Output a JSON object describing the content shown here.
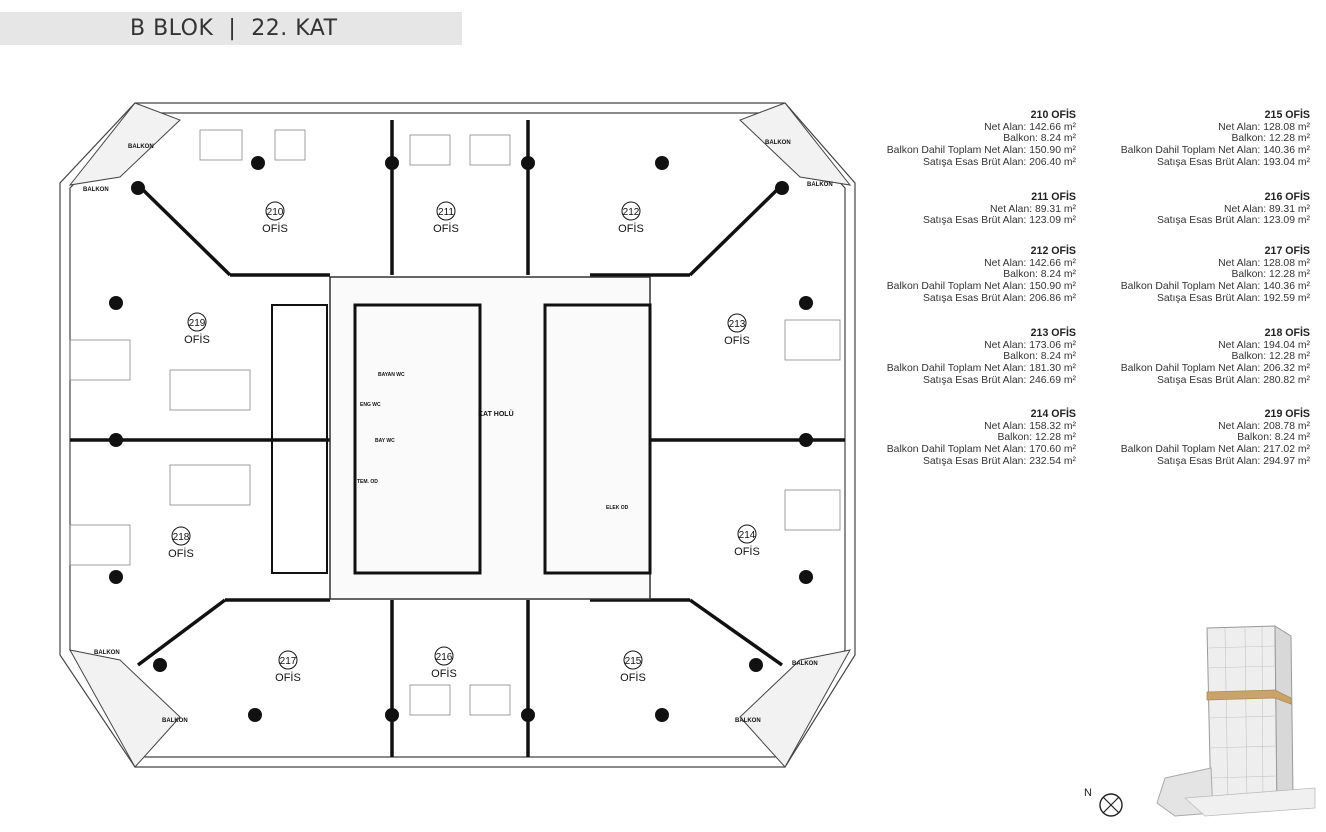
{
  "title": "B BLOK  |  22. KAT",
  "plan_labels": {
    "units": [
      {
        "no": "210",
        "label": "OFİS"
      },
      {
        "no": "211",
        "label": "OFİS"
      },
      {
        "no": "212",
        "label": "OFİS"
      },
      {
        "no": "213",
        "label": "OFİS"
      },
      {
        "no": "214",
        "label": "OFİS"
      },
      {
        "no": "215",
        "label": "OFİS"
      },
      {
        "no": "216",
        "label": "OFİS"
      },
      {
        "no": "217",
        "label": "OFİS"
      },
      {
        "no": "218",
        "label": "OFİS"
      },
      {
        "no": "219",
        "label": "OFİS"
      }
    ],
    "balkon": "BALKON",
    "kat_holu": "KAT HOLÜ",
    "bayan_wc": "BAYAN WC",
    "engl_wc": "ENG WC",
    "bay_wc": "BAY WC",
    "tem_od": "TEM. OD",
    "elek_od": "ELEK OD"
  },
  "specs": [
    {
      "title": "210 OFİS",
      "lines": [
        "Net Alan: 142.66 m²",
        "Balkon: 8.24 m²",
        "Balkon Dahil Toplam Net Alan: 150.90 m²",
        "Satışa Esas Brüt Alan: 206.40 m²"
      ]
    },
    {
      "title": "211 OFİS",
      "lines": [
        "Net Alan: 89.31 m²",
        "Satışa Esas Brüt Alan: 123.09 m²"
      ]
    },
    {
      "title": "212 OFİS",
      "lines": [
        "Net Alan: 142.66 m²",
        "Balkon: 8.24 m²",
        "Balkon Dahil Toplam Net Alan: 150.90 m²",
        "Satışa Esas Brüt Alan: 206.86 m²"
      ]
    },
    {
      "title": "213 OFİS",
      "lines": [
        "Net Alan: 173.06 m²",
        "Balkon: 8.24 m²",
        "Balkon Dahil Toplam Net Alan: 181.30 m²",
        "Satışa Esas Brüt Alan: 246.69 m²"
      ]
    },
    {
      "title": "214 OFİS",
      "lines": [
        "Net Alan: 158.32 m²",
        "Balkon: 12.28 m²",
        "Balkon Dahil Toplam Net Alan: 170.60 m²",
        "Satışa Esas Brüt Alan: 232.54 m²"
      ]
    },
    {
      "title": "215 OFİS",
      "lines": [
        "Net Alan: 128.08 m²",
        "Balkon: 12.28 m²",
        "Balkon Dahil Toplam Net Alan: 140.36 m²",
        "Satışa Esas Brüt Alan: 193.04 m²"
      ]
    },
    {
      "title": "216 OFİS",
      "lines": [
        "Net Alan: 89.31 m²",
        "Satışa Esas Brüt Alan: 123.09 m²"
      ]
    },
    {
      "title": "217 OFİS",
      "lines": [
        "Net Alan: 128.08 m²",
        "Balkon: 12.28 m²",
        "Balkon Dahil Toplam Net Alan: 140.36 m²",
        "Satışa Esas Brüt Alan: 192.59 m²"
      ]
    },
    {
      "title": "218 OFİS",
      "lines": [
        "Net Alan: 194.04 m²",
        "Balkon: 12.28 m²",
        "Balkon Dahil Toplam Net Alan: 206.32 m²",
        "Satışa Esas Brüt Alan: 280.82 m²"
      ]
    },
    {
      "title": "219 OFİS",
      "lines": [
        "Net Alan: 208.78 m²",
        "Balkon: 8.24 m²",
        "Balkon Dahil Toplam Net Alan: 217.02 m²",
        "Satışa Esas Brüt Alan: 294.97 m²"
      ]
    }
  ],
  "compass_label": "N",
  "colors": {
    "wall": "#111111",
    "line": "#555555",
    "tower_band": "#c9a46a",
    "title_bg": "#e6e6e7"
  }
}
